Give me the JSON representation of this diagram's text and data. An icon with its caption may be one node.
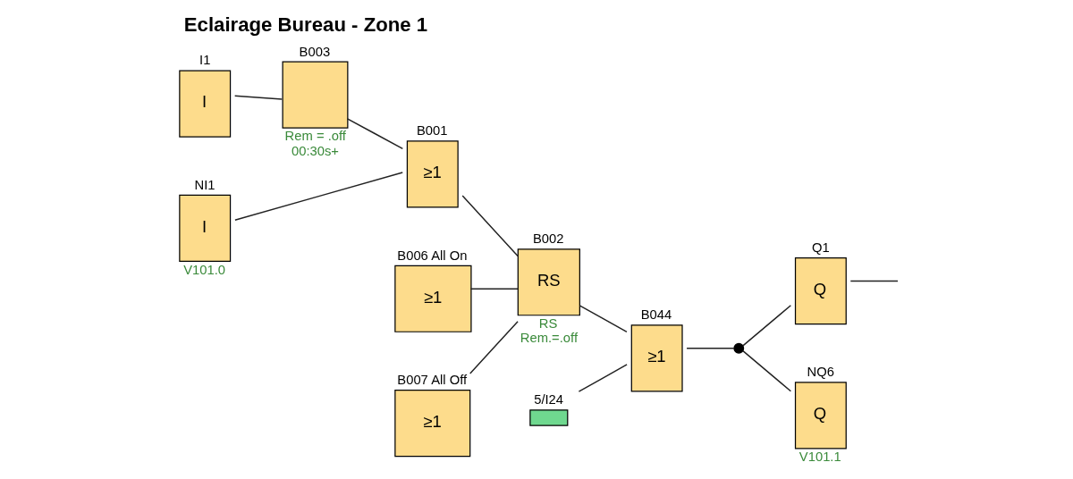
{
  "diagram": {
    "title": "Eclairage Bureau - Zone 1",
    "nodes": [
      {
        "text": [
          "I1",
          "I"
        ]
      },
      {
        "text": [
          "B003"
        ],
        "beside": [
          "Rem = .off",
          "00:30s+"
        ]
      },
      {
        "text": [
          "NI1",
          "I"
        ],
        "beside": [
          "V101.0"
        ]
      },
      {
        "text": [
          "B001",
          "≥1"
        ]
      },
      {
        "text": [
          "B006 All On",
          "≥1"
        ]
      },
      {
        "text": [
          "B007 All Off",
          "≥1"
        ]
      },
      {
        "text": [
          "B002",
          "RS"
        ],
        "beside": [
          "RS",
          "Rem.=.off"
        ]
      },
      {
        "text": [
          "5/I24"
        ]
      },
      {
        "text": [
          "B044",
          "≥1"
        ]
      },
      {
        "text": [],
        "shape": "circle"
      },
      {
        "text": [
          "Q1",
          "Q"
        ]
      },
      {
        "text": [
          "NQ6",
          "Q"
        ],
        "beside": [
          "V101.1"
        ]
      }
    ],
    "edges": [
      {
        "from": 0,
        "to": 1,
        "arrow": "none"
      },
      {
        "from": 1,
        "to": 3,
        "arrow": "none"
      },
      {
        "from": 2,
        "to": 3,
        "arrow": "none"
      },
      {
        "from": 3,
        "to": 6,
        "arrow": "none"
      },
      {
        "from": 4,
        "to": 6,
        "arrow": "none"
      },
      {
        "from": 5,
        "to": 6,
        "arrow": "none"
      },
      {
        "from": 6,
        "to": 8,
        "arrow": "none"
      },
      {
        "from": 7,
        "to": 8,
        "arrow": "none"
      },
      {
        "from": 8,
        "to": 9,
        "arrow": "none"
      },
      {
        "from": 9,
        "to": 10,
        "arrow": "none"
      },
      {
        "from": 9,
        "to": 11,
        "arrow": "none"
      },
      {
        "from": 10,
        "to": null,
        "arrow": "none"
      }
    ]
  }
}
